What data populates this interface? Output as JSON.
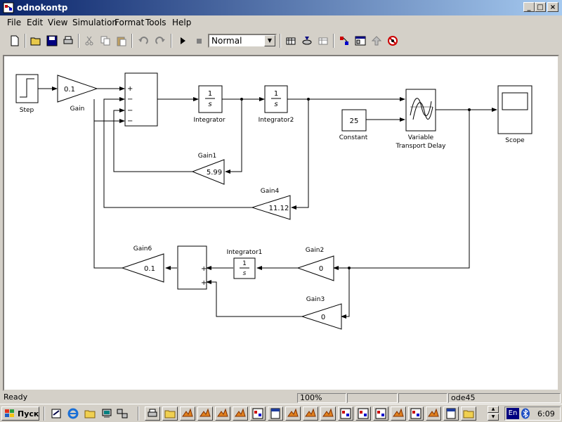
{
  "window": {
    "title": "odnokontp",
    "minimize": "_",
    "maximize": "□",
    "close": "×"
  },
  "menu": [
    "File",
    "Edit",
    "View",
    "Simulation",
    "Format",
    "Tools",
    "Help"
  ],
  "toolbar": {
    "mode_value": "Normal"
  },
  "blocks": {
    "step": {
      "label": "Step"
    },
    "gain": {
      "label": "Gain",
      "value": "0.1"
    },
    "sum1": {
      "signs": [
        "+",
        "−",
        "−",
        "−"
      ]
    },
    "integrator": {
      "label": "Integrator",
      "num": "1",
      "den": "s"
    },
    "integrator2": {
      "label": "Integrator2",
      "num": "1",
      "den": "s"
    },
    "constant": {
      "label": "Constant",
      "value": "25"
    },
    "vtd": {
      "label_line1": "Variable",
      "label_line2": "Transport Delay"
    },
    "scope": {
      "label": "Scope"
    },
    "gain1": {
      "label": "Gain1",
      "value": "5.99"
    },
    "gain4": {
      "label": "Gain4",
      "value": "11.12"
    },
    "gain6": {
      "label": "Gain6",
      "value": "0.1"
    },
    "sum2": {
      "signs": [
        "+",
        "+"
      ]
    },
    "integrator1": {
      "label": "Integrator1",
      "num": "1",
      "den": "s"
    },
    "gain2": {
      "label": "Gain2",
      "value": "0"
    },
    "gain3": {
      "label": "Gain3",
      "value": "0"
    }
  },
  "status": {
    "state": "Ready",
    "zoom": "100%",
    "solver": "ode45"
  },
  "taskbar": {
    "start_label": "Пуск",
    "lang": "En",
    "clock": "6:09"
  }
}
